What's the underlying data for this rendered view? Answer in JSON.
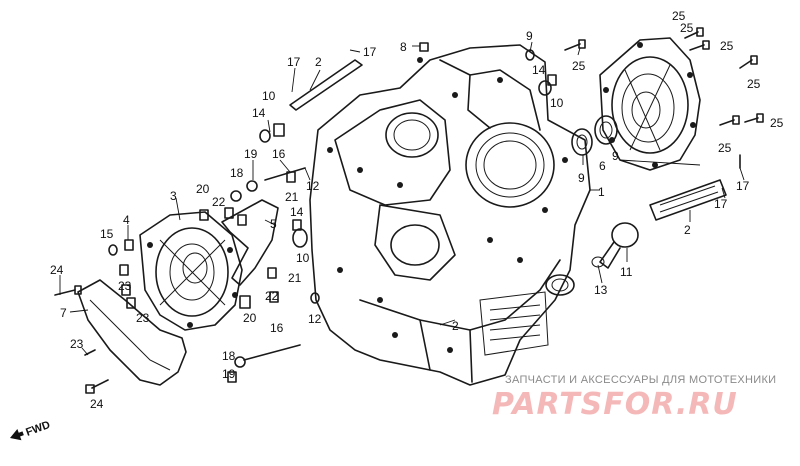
{
  "diagram": {
    "callouts": [
      {
        "id": "c17a",
        "text": "17"
      },
      {
        "id": "c2a",
        "text": "2"
      },
      {
        "id": "c17b",
        "text": "17"
      },
      {
        "id": "c8",
        "text": "8"
      },
      {
        "id": "c9a",
        "text": "9"
      },
      {
        "id": "c14a",
        "text": "14"
      },
      {
        "id": "c10a",
        "text": "10"
      },
      {
        "id": "c25a",
        "text": "25"
      },
      {
        "id": "c25b",
        "text": "25"
      },
      {
        "id": "c25c",
        "text": "25"
      },
      {
        "id": "c25d",
        "text": "25"
      },
      {
        "id": "c25e",
        "text": "25"
      },
      {
        "id": "c25f",
        "text": "25"
      },
      {
        "id": "c25g",
        "text": "25"
      },
      {
        "id": "c10b",
        "text": "10"
      },
      {
        "id": "c14b",
        "text": "14"
      },
      {
        "id": "c19",
        "text": "19"
      },
      {
        "id": "c16a",
        "text": "16"
      },
      {
        "id": "c18a",
        "text": "18"
      },
      {
        "id": "c12a",
        "text": "12"
      },
      {
        "id": "c20a",
        "text": "20"
      },
      {
        "id": "c3",
        "text": "3"
      },
      {
        "id": "c22a",
        "text": "22"
      },
      {
        "id": "c21a",
        "text": "21"
      },
      {
        "id": "c4",
        "text": "4"
      },
      {
        "id": "c15",
        "text": "15"
      },
      {
        "id": "c5",
        "text": "5"
      },
      {
        "id": "c14c",
        "text": "14"
      },
      {
        "id": "c10c",
        "text": "10"
      },
      {
        "id": "c24a",
        "text": "24"
      },
      {
        "id": "c7",
        "text": "7"
      },
      {
        "id": "c23a",
        "text": "23"
      },
      {
        "id": "c23b",
        "text": "23"
      },
      {
        "id": "c23c",
        "text": "23"
      },
      {
        "id": "c24b",
        "text": "24"
      },
      {
        "id": "c21b",
        "text": "21"
      },
      {
        "id": "c22b",
        "text": "22"
      },
      {
        "id": "c20b",
        "text": "20"
      },
      {
        "id": "c12b",
        "text": "12"
      },
      {
        "id": "c16b",
        "text": "16"
      },
      {
        "id": "c18b",
        "text": "18"
      },
      {
        "id": "c19b",
        "text": "19"
      },
      {
        "id": "c2b",
        "text": "2"
      },
      {
        "id": "c9b",
        "text": "9"
      },
      {
        "id": "c1",
        "text": "1"
      },
      {
        "id": "c6",
        "text": "6"
      },
      {
        "id": "c9c",
        "text": "9"
      },
      {
        "id": "c17c",
        "text": "17"
      },
      {
        "id": "c17d",
        "text": "17"
      },
      {
        "id": "c2c",
        "text": "2"
      },
      {
        "id": "c11",
        "text": "11"
      },
      {
        "id": "c13",
        "text": "13"
      }
    ],
    "fwd_label": "FWD"
  },
  "watermark": {
    "caption": "ЗАПЧАСТИ И АКСЕССУАРЫ ДЛЯ МОТОТЕХНИКИ",
    "logo": "PARTSFOR.RU"
  }
}
